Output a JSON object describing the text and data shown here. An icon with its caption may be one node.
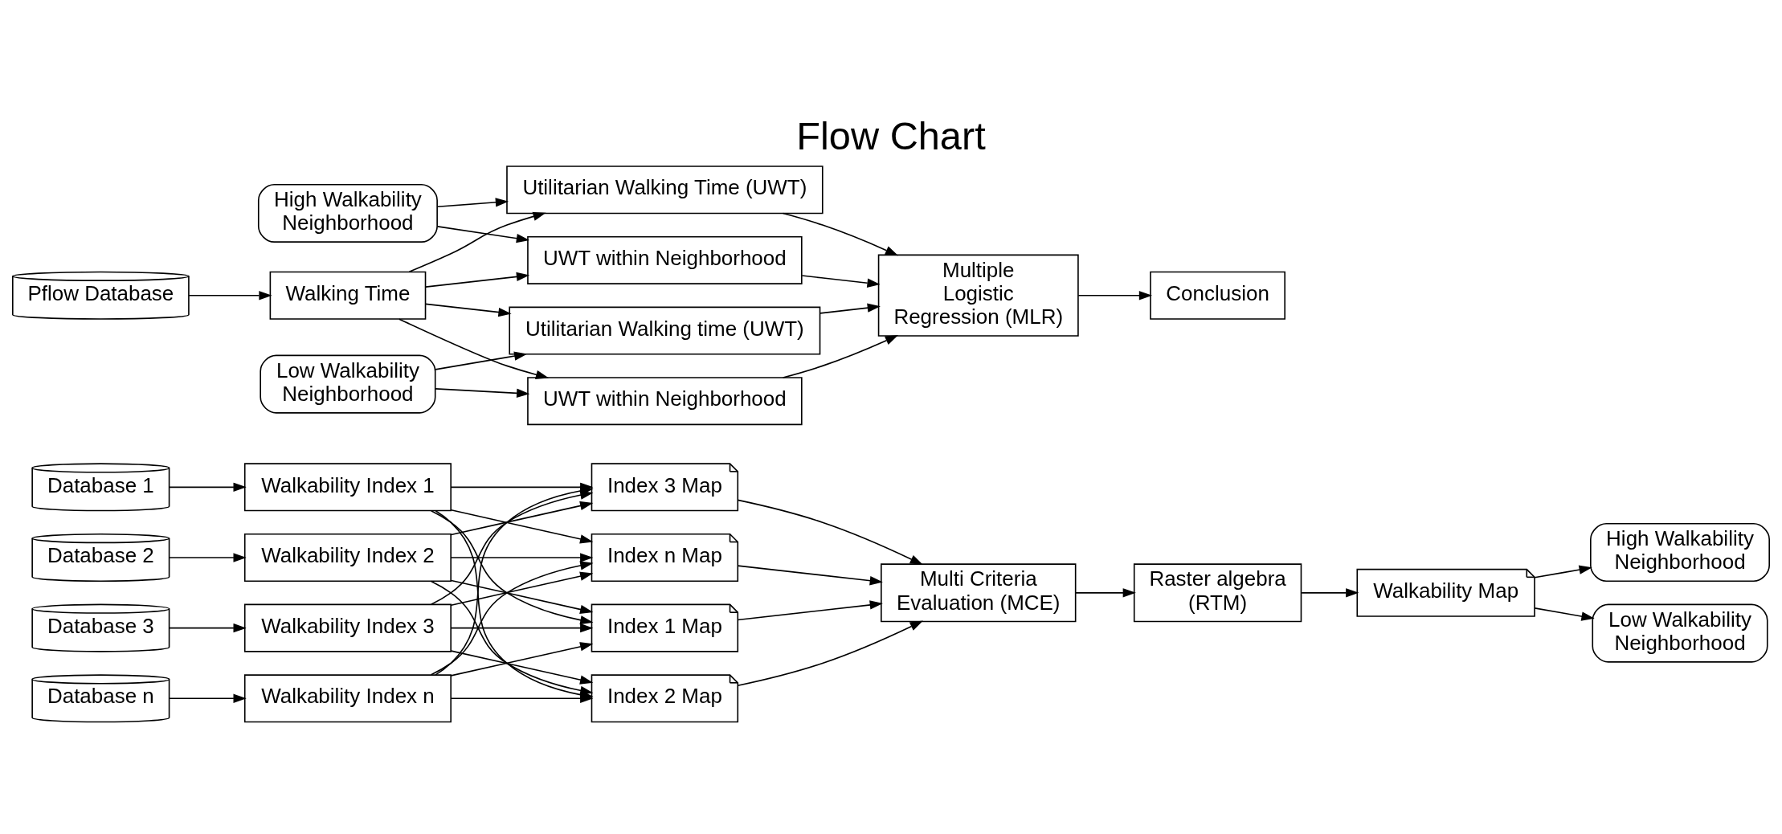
{
  "diagram": {
    "title": "Flow Chart",
    "nodes": [
      {
        "text": [
          "Database 1"
        ]
      },
      {
        "text": [
          "Database 2"
        ]
      },
      {
        "text": [
          "Database 3"
        ]
      },
      {
        "text": [
          "Database n"
        ]
      },
      {
        "text": [
          "Walkability Index 1"
        ]
      },
      {
        "text": [
          "Walkability Index 2"
        ]
      },
      {
        "text": [
          "Walkability Index 3"
        ]
      },
      {
        "text": [
          "Walkability Index n"
        ]
      },
      {
        "text": [
          "Index 1 Map"
        ]
      },
      {
        "text": [
          "Index 2 Map"
        ]
      },
      {
        "text": [
          "Index 3 Map"
        ]
      },
      {
        "text": [
          "Index n Map"
        ]
      },
      {
        "text": [
          "Multi Criteria Evaluation (MCE)"
        ]
      },
      {
        "text": [
          "Raster algebra (RTM)"
        ]
      },
      {
        "text": [
          "Walkability Map"
        ]
      },
      {
        "text": [
          "High Walkability Neighborhood"
        ]
      },
      {
        "text": [
          "Low Walkability Neighborhood"
        ]
      },
      {
        "text": [
          "High Walkability Neighborhood"
        ]
      },
      {
        "text": [
          "Pflow Database"
        ]
      },
      {
        "text": [
          "Walking Time"
        ]
      },
      {
        "text": [
          "Low Walkability Neighborhood"
        ]
      },
      {
        "text": [
          "Utilitarian Walking Time (UWT)"
        ]
      },
      {
        "text": [
          "UWT within Neighborhood"
        ]
      },
      {
        "text": [
          "Utilitarian Walking time (UWT)"
        ]
      },
      {
        "text": [
          "UWT within Neighborhood"
        ]
      },
      {
        "text": [
          "Multiple Logistic Regression (MLR)"
        ]
      },
      {
        "text": [
          "Conclusion"
        ]
      }
    ],
    "edges": [
      {
        "from": 0,
        "to": 4,
        "arrow": "to"
      },
      {
        "from": 1,
        "to": 5,
        "arrow": "to"
      },
      {
        "from": 2,
        "to": 6,
        "arrow": "to"
      },
      {
        "from": 3,
        "to": 7,
        "arrow": "to"
      },
      {
        "from": 4,
        "to": 8,
        "arrow": "to"
      },
      {
        "from": 4,
        "to": 9,
        "arrow": "to"
      },
      {
        "from": 4,
        "to": 10,
        "arrow": "to"
      },
      {
        "from": 4,
        "to": 11,
        "arrow": "to"
      },
      {
        "from": 5,
        "to": 8,
        "arrow": "to"
      },
      {
        "from": 5,
        "to": 9,
        "arrow": "to"
      },
      {
        "from": 5,
        "to": 10,
        "arrow": "to"
      },
      {
        "from": 5,
        "to": 11,
        "arrow": "to"
      },
      {
        "from": 6,
        "to": 8,
        "arrow": "to"
      },
      {
        "from": 6,
        "to": 9,
        "arrow": "to"
      },
      {
        "from": 6,
        "to": 10,
        "arrow": "to"
      },
      {
        "from": 6,
        "to": 11,
        "arrow": "to"
      },
      {
        "from": 7,
        "to": 8,
        "arrow": "to"
      },
      {
        "from": 7,
        "to": 9,
        "arrow": "to"
      },
      {
        "from": 7,
        "to": 10,
        "arrow": "to"
      },
      {
        "from": 7,
        "to": 11,
        "arrow": "to"
      },
      {
        "from": 8,
        "to": 12,
        "arrow": "to"
      },
      {
        "from": 9,
        "to": 12,
        "arrow": "to"
      },
      {
        "from": 10,
        "to": 12,
        "arrow": "to"
      },
      {
        "from": 11,
        "to": 12,
        "arrow": "to"
      },
      {
        "from": 12,
        "to": 13,
        "arrow": "to"
      },
      {
        "from": 13,
        "to": 14,
        "arrow": "to"
      },
      {
        "from": 14,
        "to": 15,
        "arrow": "to"
      },
      {
        "from": 14,
        "to": 16,
        "arrow": "to"
      },
      {
        "from": 18,
        "to": 19,
        "arrow": "to"
      },
      {
        "from": 17,
        "to": 21,
        "arrow": "to"
      },
      {
        "from": 17,
        "to": 22,
        "arrow": "to"
      },
      {
        "from": 19,
        "to": 21,
        "arrow": "to"
      },
      {
        "from": 19,
        "to": 22,
        "arrow": "to"
      },
      {
        "from": 19,
        "to": 23,
        "arrow": "to"
      },
      {
        "from": 19,
        "to": 24,
        "arrow": "to"
      },
      {
        "from": 20,
        "to": 23,
        "arrow": "to"
      },
      {
        "from": 20,
        "to": 24,
        "arrow": "to"
      },
      {
        "from": 21,
        "to": 25,
        "arrow": "to"
      },
      {
        "from": 22,
        "to": 25,
        "arrow": "to"
      },
      {
        "from": 23,
        "to": 25,
        "arrow": "to"
      },
      {
        "from": 24,
        "to": 25,
        "arrow": "to"
      },
      {
        "from": 25,
        "to": 26,
        "arrow": "to"
      }
    ]
  }
}
